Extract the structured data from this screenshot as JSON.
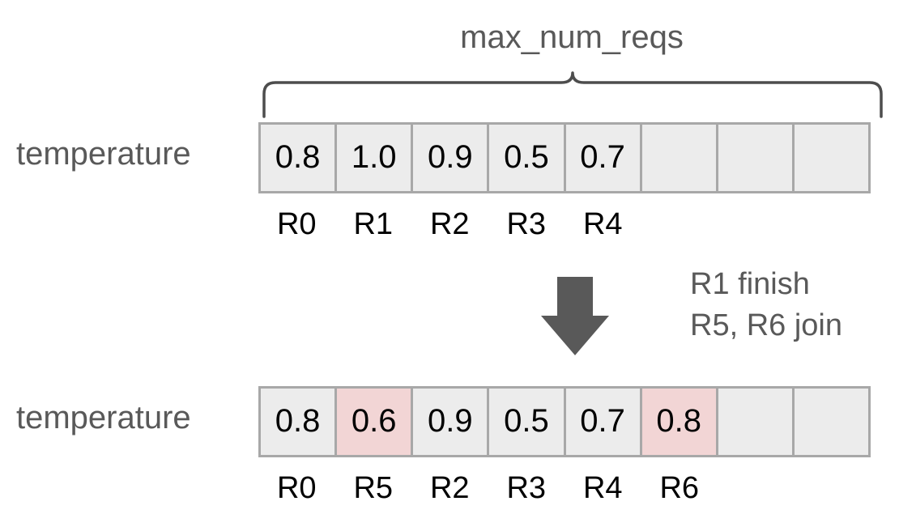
{
  "diagram": {
    "title": "max_num_reqs",
    "brace_label_name": "max-num-reqs-brace",
    "arrow_icon": "down-arrow-icon",
    "accent_highlight_color": "#f2d5d5",
    "cell_fill_color": "#ececec",
    "border_color": "#a8a8a8",
    "label_color": "#595959"
  },
  "before": {
    "row_label": "temperature",
    "num_slots": 8,
    "values": [
      "0.8",
      "1.0",
      "0.9",
      "0.5",
      "0.7",
      "",
      "",
      ""
    ],
    "highlighted": [
      false,
      false,
      false,
      false,
      false,
      false,
      false,
      false
    ],
    "request_ids": [
      "R0",
      "R1",
      "R2",
      "R3",
      "R4",
      "",
      "",
      ""
    ]
  },
  "transition": {
    "lines": [
      "R1 finish",
      "R5, R6 join"
    ]
  },
  "after": {
    "row_label": "temperature",
    "num_slots": 8,
    "values": [
      "0.8",
      "0.6",
      "0.9",
      "0.5",
      "0.7",
      "0.8",
      "",
      ""
    ],
    "highlighted": [
      false,
      true,
      false,
      false,
      false,
      true,
      false,
      false
    ],
    "request_ids": [
      "R0",
      "R5",
      "R2",
      "R3",
      "R4",
      "R6",
      "",
      ""
    ]
  }
}
